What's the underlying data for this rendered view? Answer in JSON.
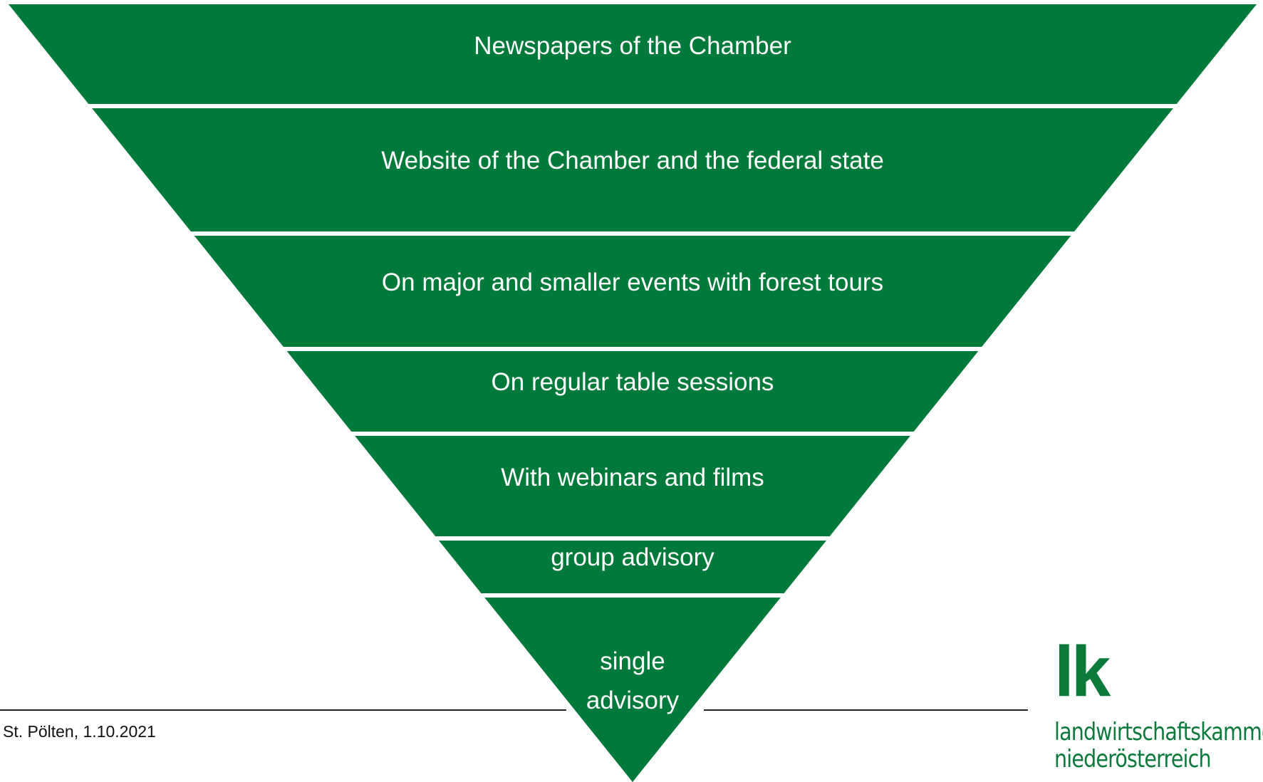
{
  "diagram": {
    "fill_color": "#007a3a",
    "text_color": "#ffffff",
    "tiers": [
      {
        "label": [
          "Newspapers of the Chamber"
        ]
      },
      {
        "label": [
          "Website of the Chamber and the federal state"
        ]
      },
      {
        "label": [
          "On major and smaller events with forest tours"
        ]
      },
      {
        "label": [
          "On regular table sessions"
        ]
      },
      {
        "label": [
          "With webinars and films"
        ]
      },
      {
        "label": [
          "group advisory"
        ]
      },
      {
        "label": [
          "single",
          "advisory"
        ]
      }
    ]
  },
  "footer": {
    "date_place": "St. Pölten, 1.10.2021"
  },
  "logo": {
    "mark": "lk",
    "line1": "landwirtschaftskammer",
    "line2": "niederösterreich",
    "color": "#0b7a3a"
  }
}
